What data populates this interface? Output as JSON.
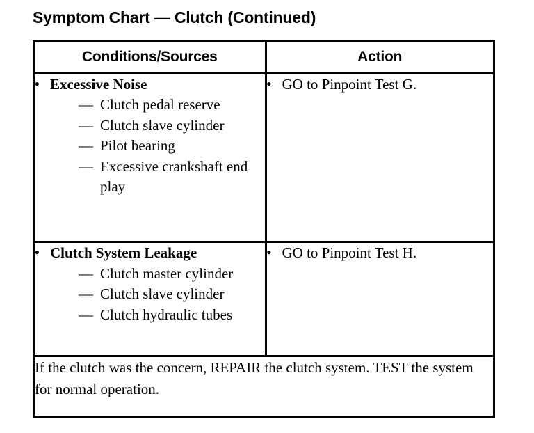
{
  "document": {
    "title": "Symptom Chart — Clutch (Continued)"
  },
  "table": {
    "headers": {
      "conditions": "Conditions/Sources",
      "action": "Action"
    },
    "rows": [
      {
        "condition": {
          "bullet": "•",
          "heading": "Excessive Noise",
          "sub_items": [
            {
              "dash": "—",
              "text": "Clutch pedal reserve"
            },
            {
              "dash": "—",
              "text": "Clutch slave cylinder"
            },
            {
              "dash": "—",
              "text": "Pilot bearing"
            },
            {
              "dash": "—",
              "text": "Excessive crankshaft end play"
            }
          ]
        },
        "action": {
          "bullet": "•",
          "text": "GO to Pinpoint Test G."
        }
      },
      {
        "condition": {
          "bullet": "•",
          "heading": "Clutch System Leakage",
          "sub_items": [
            {
              "dash": "—",
              "text": "Clutch master cylinder"
            },
            {
              "dash": "—",
              "text": "Clutch slave cylinder"
            },
            {
              "dash": "—",
              "text": "Clutch hydraulic tubes"
            }
          ]
        },
        "action": {
          "bullet": "•",
          "text": "GO to Pinpoint Test H."
        }
      }
    ],
    "footer_note": "If the clutch was the concern, REPAIR the clutch system. TEST the system for normal operation."
  },
  "colors": {
    "ink": "#000000",
    "paper": "#ffffff"
  }
}
